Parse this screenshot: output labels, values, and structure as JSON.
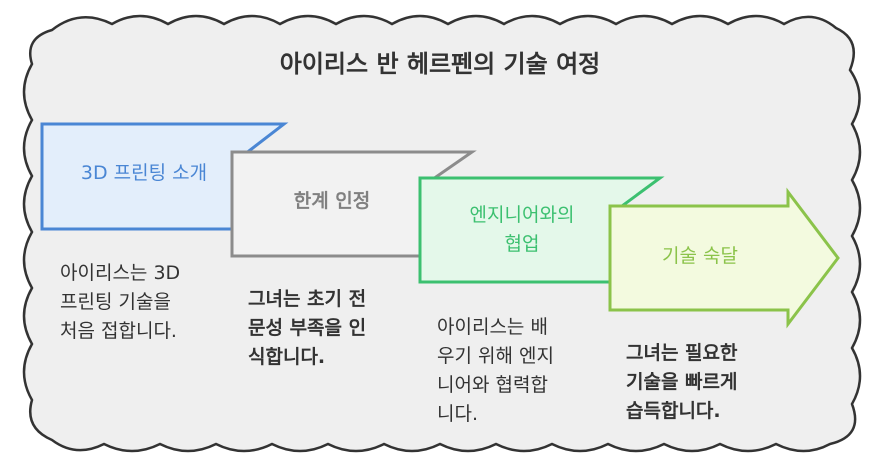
{
  "title": "아이리스 반 헤르펜의 기술 여정",
  "steps": [
    {
      "label": "3D 프린팅 소개",
      "desc_lines": [
        "아이리스는 3D",
        "프린팅 기술을",
        "처음 접합니다."
      ],
      "color": "#4A86D4",
      "fill": "#E3EEFB"
    },
    {
      "label": "한계 인정",
      "desc_lines": [
        "그녀는 초기 전",
        "문성 부족을 인",
        "식합니다."
      ],
      "color": "#8C8C8C",
      "fill": "#F2F2F2"
    },
    {
      "label_lines": [
        "엔지니어와의",
        "협업"
      ],
      "desc_lines": [
        "아이리스는 배",
        "우기 위해 엔지",
        "니어와 협력합",
        "니다."
      ],
      "color": "#3CC070",
      "fill": "#E4F8EA"
    },
    {
      "label": "기술 숙달",
      "desc_lines": [
        "그녀는 필요한",
        "기술을 빠르게",
        "습득합니다."
      ],
      "color": "#8BC34A",
      "fill": "#F3FADF"
    }
  ]
}
